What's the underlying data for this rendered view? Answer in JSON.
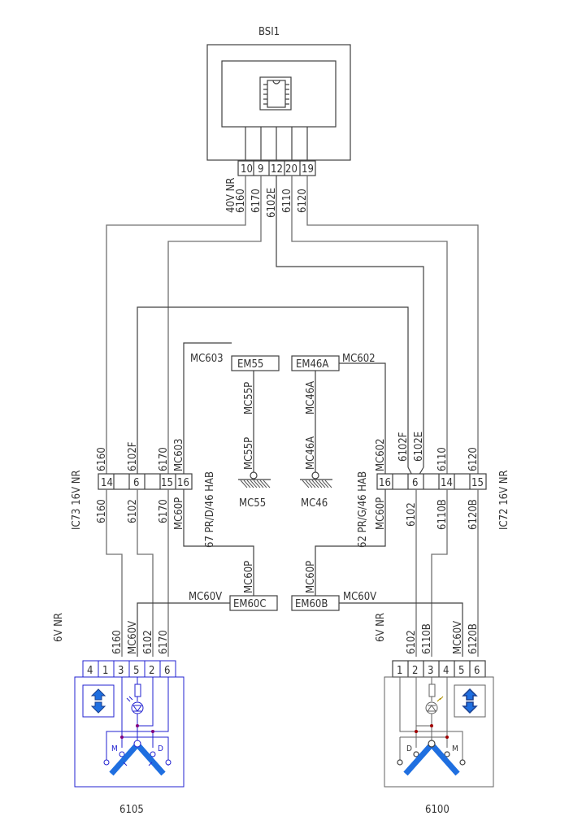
{
  "diagram": {
    "bsi": {
      "name": "BSI1",
      "pins": [
        "10",
        "9",
        "12",
        "20",
        "19"
      ],
      "connector_label": "40V NR",
      "wires": [
        "6160",
        "6170",
        "6102E",
        "6110",
        "6120"
      ]
    },
    "ic73": {
      "name": "IC73 16V NR",
      "pins": [
        "14",
        "",
        "6",
        "",
        "15",
        "16"
      ],
      "wires_top": [
        "6160",
        "6102F",
        "6170",
        "MC603"
      ],
      "wires_bottom": [
        "6160",
        "6102",
        "6170",
        "MC60P"
      ]
    },
    "ic72": {
      "name": "IC72 16V NR",
      "pins": [
        "16",
        "",
        "6",
        "",
        "14",
        "",
        "15"
      ],
      "wires_top": [
        "MC602",
        "6102F",
        "6102E",
        "6110",
        "6120"
      ],
      "wires_bottom": [
        "MC60P",
        "6102",
        "6110B",
        "6120B"
      ]
    },
    "harness_left": "67 PR/D/46 HAB",
    "harness_right": "62 PR/G/46 HAB",
    "em55": {
      "name": "EM55",
      "in_wire": "MC603",
      "wire_a": "MC55P",
      "wire_b": "MC55P",
      "ground": "MC55"
    },
    "em46a": {
      "name": "EM46A",
      "in_wire": "MC602",
      "wire_a": "MC46A",
      "wire_b": "MC46A",
      "ground": "MC46"
    },
    "em60c": {
      "name": "EM60C",
      "wire_up": "MC60P",
      "wire_side": "MC60V"
    },
    "em60b": {
      "name": "EM60B",
      "wire_up": "MC60P",
      "wire_side": "MC60V"
    },
    "switch_6105": {
      "name": "6105",
      "connector_label": "6V NR",
      "pins": [
        "4",
        "1",
        "3",
        "5",
        "2",
        "6"
      ],
      "wires": [
        "6160",
        "MC60V",
        "6102",
        "6170"
      ],
      "motor_labels": [
        "M",
        "D"
      ],
      "icons": [
        "arrow-up-icon",
        "arrow-down-icon",
        "led-icon",
        "resistor-icon"
      ]
    },
    "switch_6100": {
      "name": "6100",
      "connector_label": "6V NR",
      "pins": [
        "1",
        "2",
        "3",
        "4",
        "5",
        "6"
      ],
      "wires": [
        "6102",
        "6110B",
        "MC60V",
        "6120B"
      ],
      "motor_labels": [
        "D",
        "M"
      ],
      "icons": [
        "arrow-up-icon",
        "arrow-down-icon",
        "led-icon",
        "resistor-icon"
      ]
    },
    "colors": {
      "switch_6105_outline": "#2020d0",
      "switch_6100_outline": "#606060",
      "rocker": "#1f6fe0",
      "junction_dot_left": "#800080",
      "junction_dot_right": "#a00000",
      "arrow_left": "#1f6fe0",
      "arrow_right": "#1a3f8f"
    }
  }
}
